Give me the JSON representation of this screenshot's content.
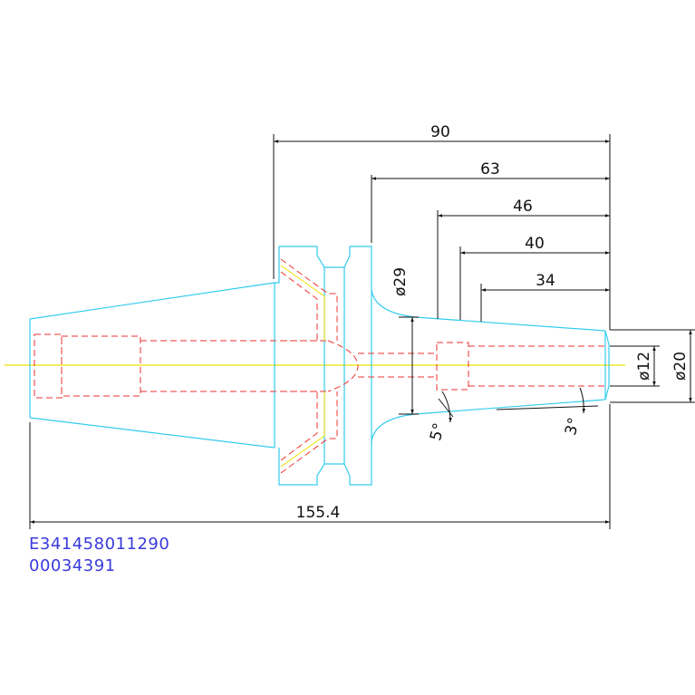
{
  "drawing": {
    "colors": {
      "outline": "#33ccee",
      "hidden": "#ee3333",
      "centerline": "#f0e000",
      "dimension": "#111111",
      "code_text": "#3a3adc"
    },
    "dimensions": {
      "d90": "90",
      "d63": "63",
      "d46": "46",
      "d40": "40",
      "d34": "34",
      "d155": "155.4",
      "dia29": "ø29",
      "dia12": "ø12",
      "dia20": "ø20",
      "ang5": "5°",
      "ang3": "3°"
    },
    "codes": {
      "line1": "E341458011290",
      "line2": "00034391"
    }
  }
}
